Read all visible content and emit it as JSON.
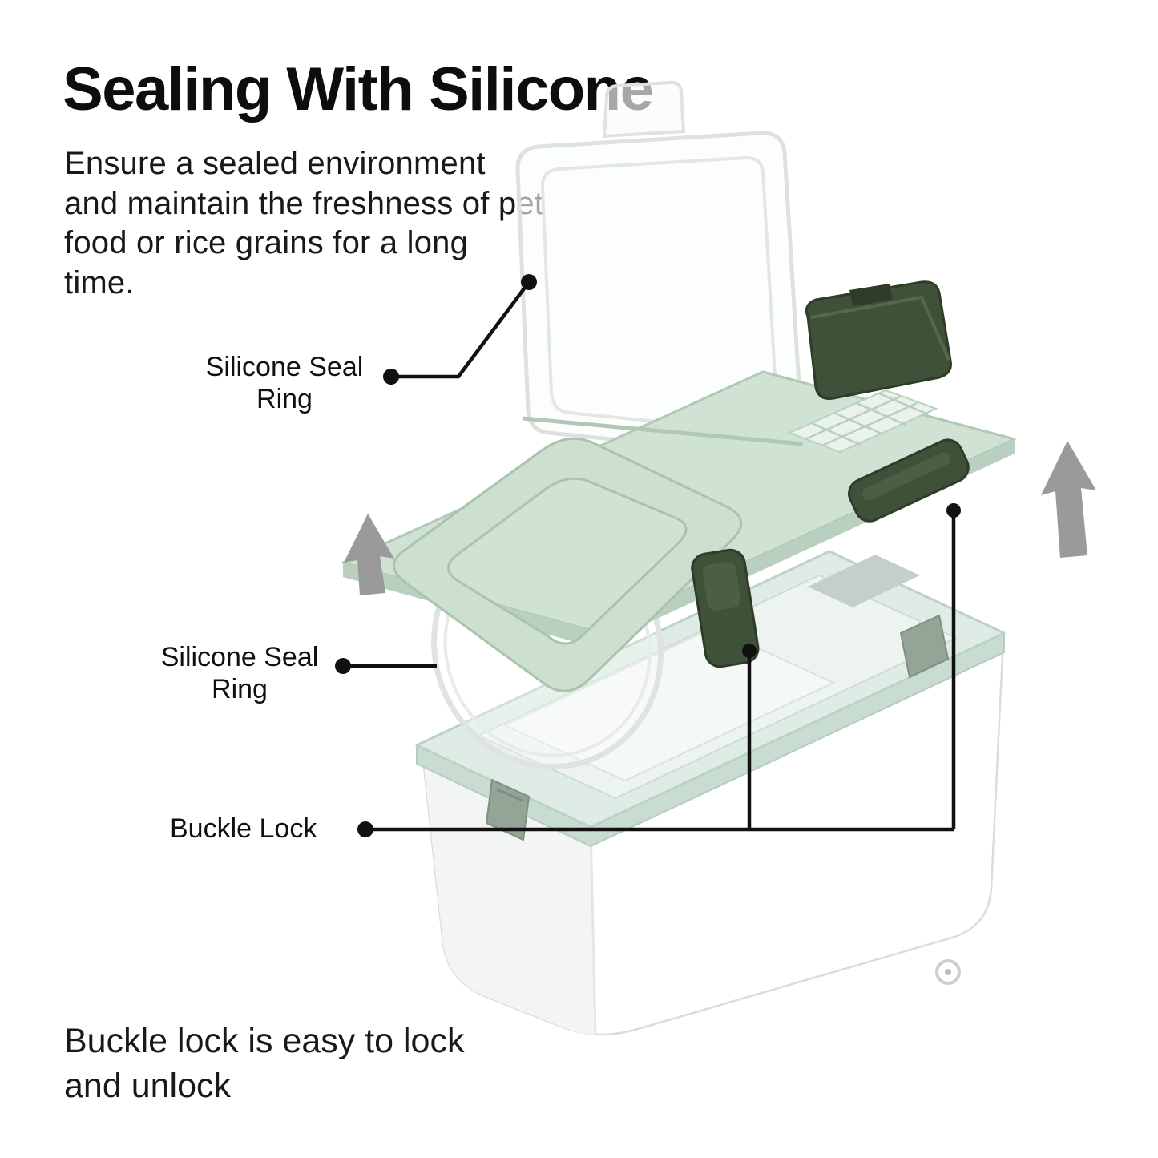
{
  "title": "Sealing With Silicone",
  "intro": "Ensure a sealed environment and maintain the freshness of pet food or rice grains for a long time.",
  "callouts": {
    "silicone_seal_ring_top": "Silicone Seal Ring",
    "silicone_seal_ring_bottom": "Silicone Seal Ring",
    "buckle_lock": "Buckle Lock"
  },
  "footer_note": "Buckle lock is easy to lock and unlock",
  "illustration": {
    "subject": "pet food / rice storage container with silicone-sealed flip lid",
    "parts": [
      "flip-lid",
      "silicone-seal-ring",
      "seal-frame",
      "lid-plate",
      "scoop",
      "buckle-lock-right",
      "buckle-lock-middle",
      "storage-container",
      "container-lid",
      "wheel"
    ],
    "colors": {
      "mint_lid": "#cfe2d4",
      "pale_mint_lid": "#dfece6",
      "dark_green": "#3f5138",
      "gray_green_clamp": "#94a497",
      "arrow_gray": "#9a9a9a",
      "callout_line": "#111111",
      "container_white": "#ffffff"
    }
  }
}
